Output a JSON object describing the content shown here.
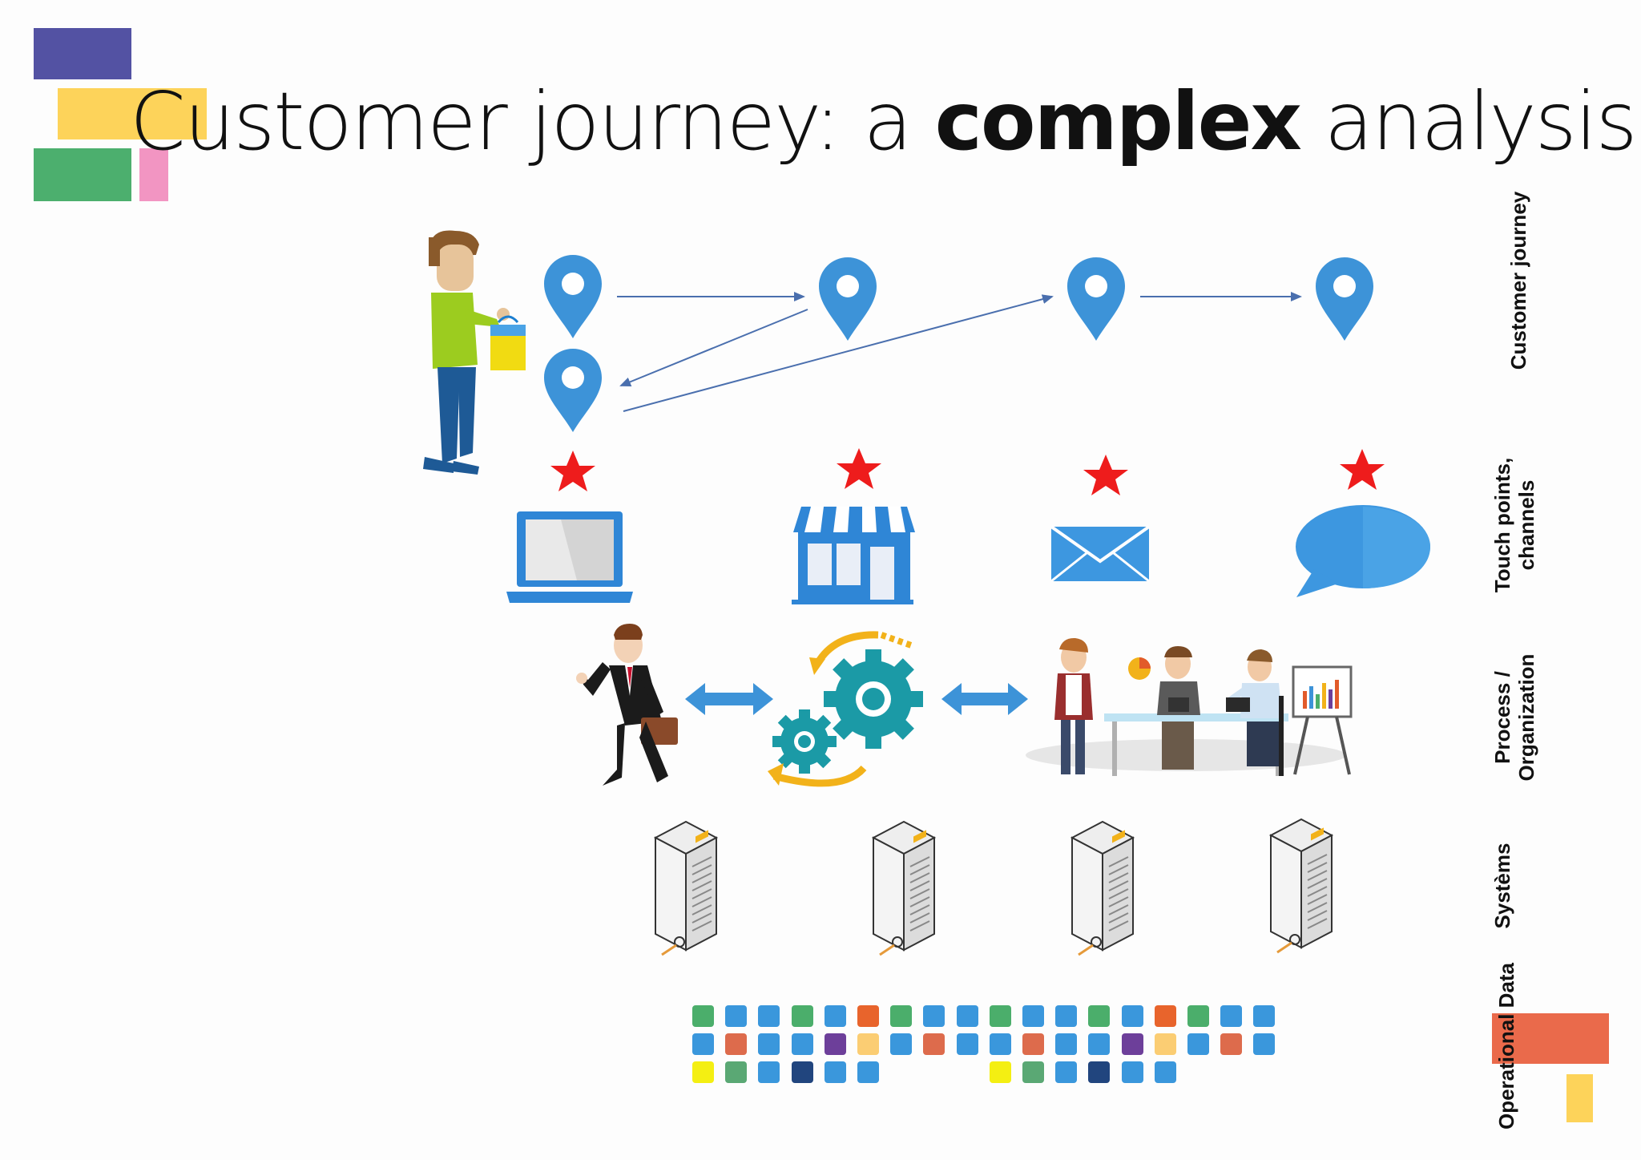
{
  "title": {
    "part1": "Customer journey: a ",
    "bold": "complex",
    "part2": " analysis"
  },
  "row_labels": {
    "customer_journey": "Customer journey",
    "touch_points_line1": "Touch points,",
    "touch_points_line2": "channels",
    "process_line1": "Process /",
    "process_line2": "Organization",
    "systems": "Systèms",
    "operational_data": "Operational Data"
  },
  "colors": {
    "pin": "#3d93d8",
    "arrow": "#4a6fae",
    "star": "#ee1c1c",
    "teal": "#1b9aa6",
    "gold": "#f2b21a",
    "deco_purple": "#5352a3",
    "deco_yellow": "#fdd35a",
    "deco_green": "#4caf6e",
    "deco_pink": "#f295c2",
    "deco_red": "#ea6a4b"
  },
  "icons": {
    "touch_points": [
      "laptop-icon",
      "store-icon",
      "envelope-icon",
      "speech-bubble-icon"
    ],
    "systems": [
      "server-icon",
      "server-icon",
      "server-icon",
      "server-icon"
    ]
  },
  "data_grid": {
    "rows": [
      [
        "green",
        "blue",
        "blue",
        "green",
        "blue",
        "orange",
        "green",
        "blue",
        "blue",
        "green",
        "blue",
        "blue",
        "green",
        "blue",
        "orange",
        "green",
        "blue",
        "blue"
      ],
      [
        "blue",
        "salmon",
        "blue",
        "blue",
        "purple",
        "peach",
        "blue",
        "salmon",
        "blue",
        "blue",
        "salmon",
        "blue",
        "blue",
        "purple",
        "peach",
        "blue",
        "salmon",
        "blue"
      ],
      [
        "yellow",
        "green2",
        "blue",
        "navy",
        "blue",
        "blue",
        null,
        null,
        null,
        "yellow",
        "green2",
        "blue",
        "navy",
        "blue",
        "blue",
        null,
        null,
        null
      ]
    ],
    "palette": {
      "green": "#4bae6b",
      "blue": "#3a97dc",
      "orange": "#e8642c",
      "salmon": "#dd6b4c",
      "purple": "#6d3f9a",
      "peach": "#fbcd73",
      "yellow": "#f4ef12",
      "green2": "#5aa874",
      "navy": "#21457e"
    }
  }
}
